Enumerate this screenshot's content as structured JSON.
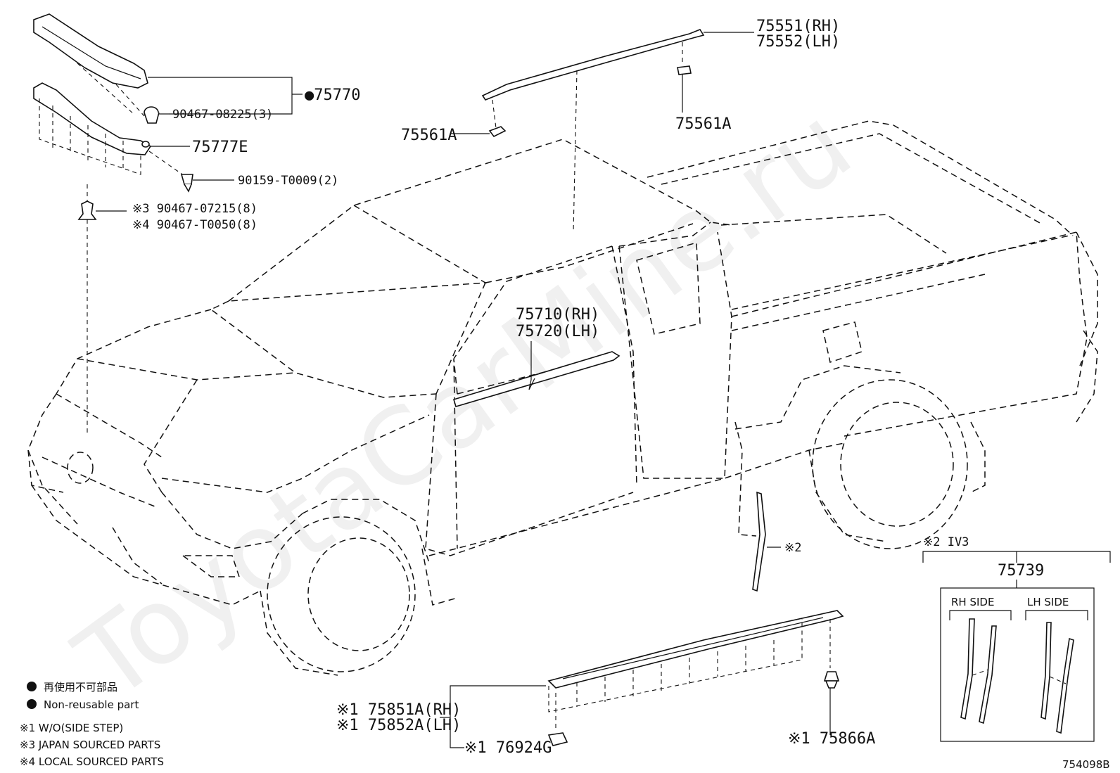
{
  "watermark": "ToyotaCarMine.ru",
  "diagram_code": "754098B",
  "labels": {
    "p75551": "75551(RH)",
    "p75552": "75552(LH)",
    "p75561a_left": "75561A",
    "p75561a_right": "75561A",
    "p75770": "●75770",
    "p90467_08225": "90467-08225(3)",
    "p75777e": "75777E",
    "p90159": "90159-T0009(2)",
    "p90467_07215": "※3 90467-07215(8)",
    "p90467_t0050": "※4 90467-T0050(8)",
    "p75710": "75710(RH)",
    "p75720": "75720(LH)",
    "note2": "※2",
    "p75851a": "※1 75851A(RH)",
    "p75852a": "※1 75852A(LH)",
    "p76924g": "※1 76924G",
    "p75866a": "※1 75866A",
    "inset_note": "※2 IV3",
    "p75739": "75739",
    "rh_side": "RH SIDE",
    "lh_side": "LH SIDE"
  },
  "legend": {
    "jp": "再使用不可部品",
    "en": "Non-reusable part",
    "n1": "※1 W/O(SIDE STEP)",
    "n3": "※3 JAPAN SOURCED PARTS",
    "n4": "※4 LOCAL SOURCED PARTS"
  }
}
